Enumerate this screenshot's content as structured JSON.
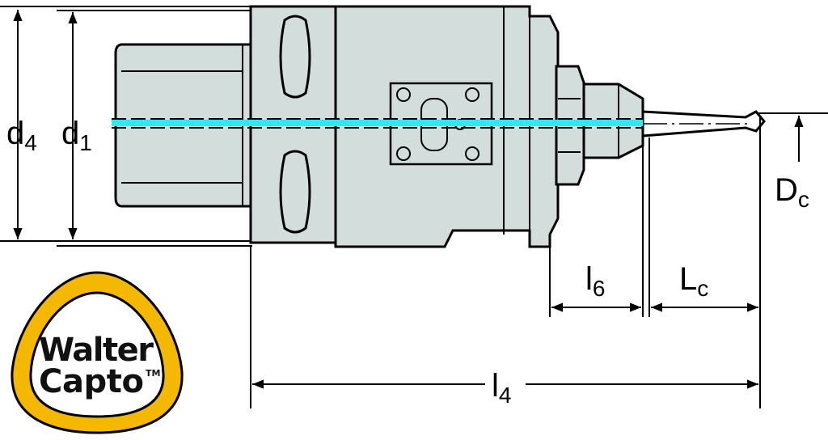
{
  "dimensions": {
    "d4": {
      "main": "d",
      "sub": "4"
    },
    "d1": {
      "main": "d",
      "sub": "1"
    },
    "l6": {
      "main": "l",
      "sub": "6"
    },
    "Lc": {
      "main": "L",
      "sub": "c"
    },
    "l4": {
      "main": "l",
      "sub": "4"
    },
    "Dc": {
      "main": "D",
      "sub": "c"
    }
  },
  "logo": {
    "line1": "Walter",
    "line2": "Capto",
    "tm": "TM"
  },
  "colors": {
    "body": "#d3dedc",
    "centerline": "#33e6f0",
    "logo_ring": "#f5b800"
  }
}
